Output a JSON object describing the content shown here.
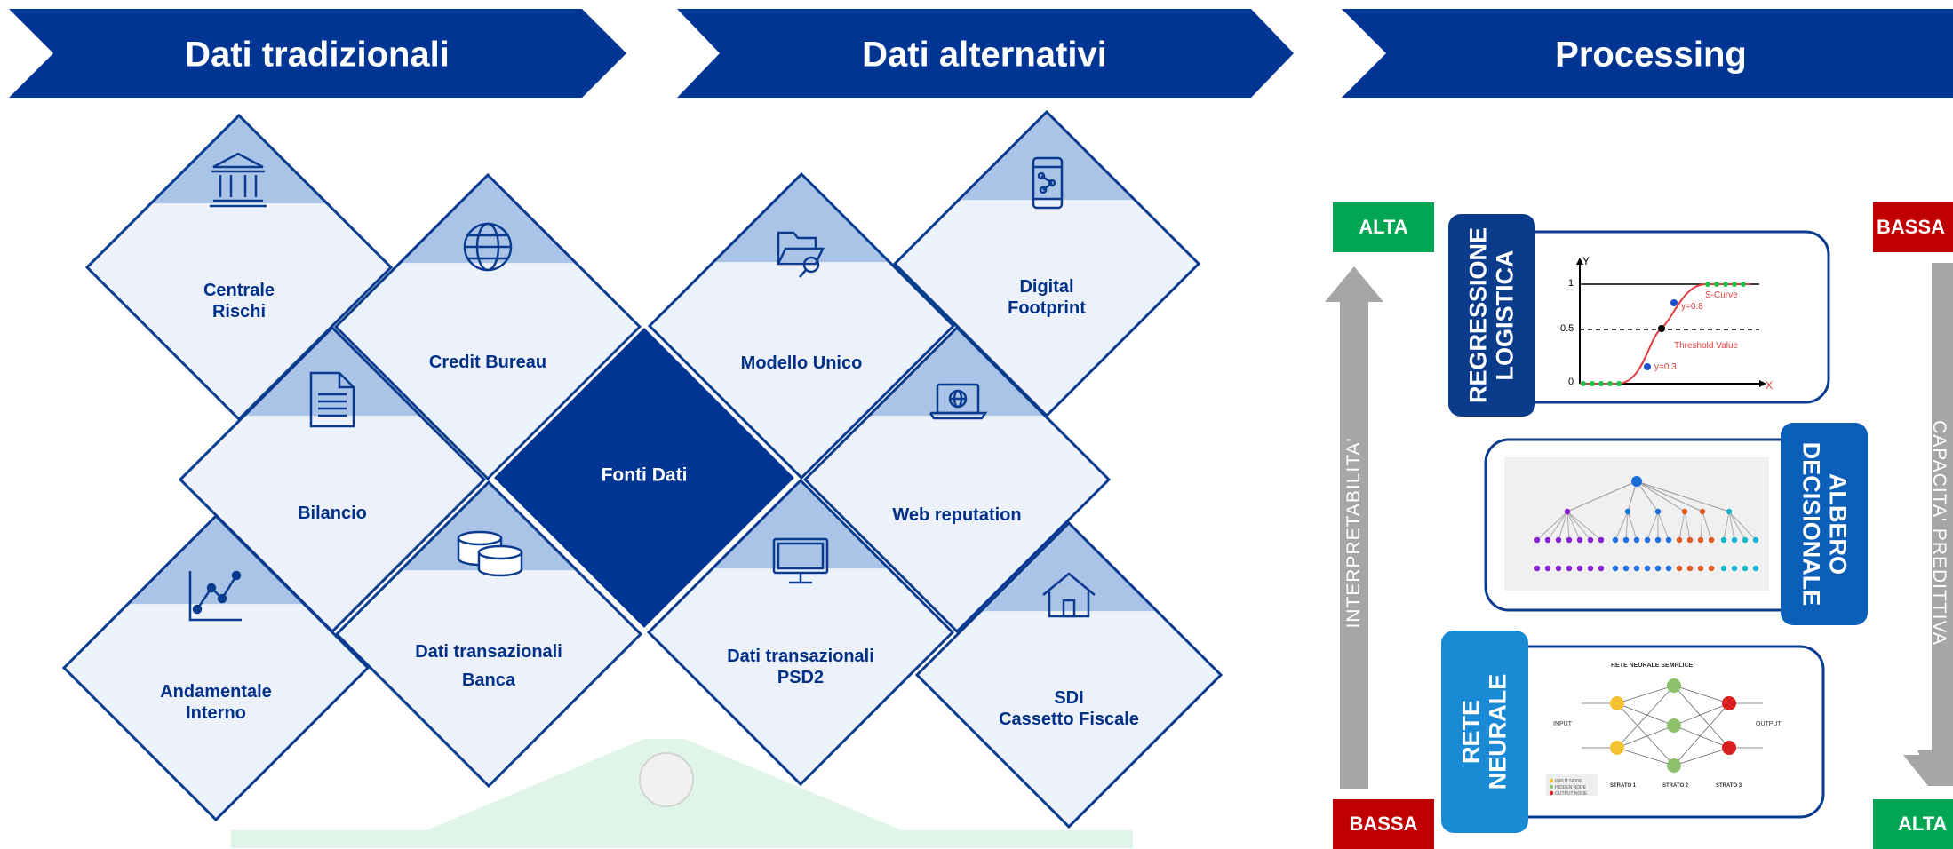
{
  "banners": [
    {
      "title": "Dati tradizionali"
    },
    {
      "title": "Dati alternativi"
    },
    {
      "title": "Processing"
    }
  ],
  "center": {
    "label": "Fonti Dati"
  },
  "diamonds": [
    {
      "label": "Centrale\nRischi",
      "icon": "bank-icon"
    },
    {
      "label": "Credit Bureau",
      "icon": "globe-icon"
    },
    {
      "label": "Bilancio",
      "icon": "document-icon"
    },
    {
      "label": "Andamentale\nInterno",
      "icon": "line-chart-icon"
    },
    {
      "label": "Dati transazionali\nBanca",
      "icon": "coins-icon"
    },
    {
      "label": "Modello Unico",
      "icon": "folder-search-icon"
    },
    {
      "label": "Digital\nFootprint",
      "icon": "smartphone-network-icon"
    },
    {
      "label": "Web reputation",
      "icon": "laptop-globe-icon"
    },
    {
      "label": "Dati transazionali\nPSD2",
      "icon": "monitor-icon"
    },
    {
      "label": "SDI\nCassetto Fiscale",
      "icon": "house-icon"
    }
  ],
  "processing": {
    "left_axis": {
      "top": "ALTA",
      "bottom": "BASSA",
      "label": "INTERPRETABILITA'"
    },
    "right_axis": {
      "top": "BASSA",
      "bottom": "ALTA",
      "label": "CAPACITA' PREDITTIVA"
    },
    "models": [
      {
        "name": "REGRESSIONE\nLOGISTICA"
      },
      {
        "name": "ALBERO\nDECISIONALE"
      },
      {
        "name": "RETE\nNEURALE"
      }
    ],
    "logistic_chart": {
      "y_label": "Y",
      "x_label": "X",
      "ticks": [
        "1",
        "0.5",
        "0"
      ],
      "annotations": [
        "S-Curve",
        "y=0.8",
        "Threshold Value",
        "y=0.3"
      ]
    },
    "neural_net": {
      "title": "RETE NEURALE SEMPLICE",
      "input_label": "INPUT",
      "output_label": "OUTPUT",
      "layers": [
        "STRATO 1",
        "STRATO 2",
        "STRATO 3"
      ],
      "legend": [
        "INPUT NODE",
        "HIDDEN NODE",
        "OUTPUT NODE"
      ]
    }
  },
  "colors": {
    "banner": "#003594",
    "diamond_border": "#0a3b8f",
    "diamond_top": "#a9c4e6",
    "diamond_bottom": "#edf2fa",
    "center": "#003594",
    "alta": "#00a651",
    "bassa": "#c00000",
    "regressione": "#0b3c8c",
    "albero": "#0b5fb8",
    "rete": "#1a8ad4"
  }
}
